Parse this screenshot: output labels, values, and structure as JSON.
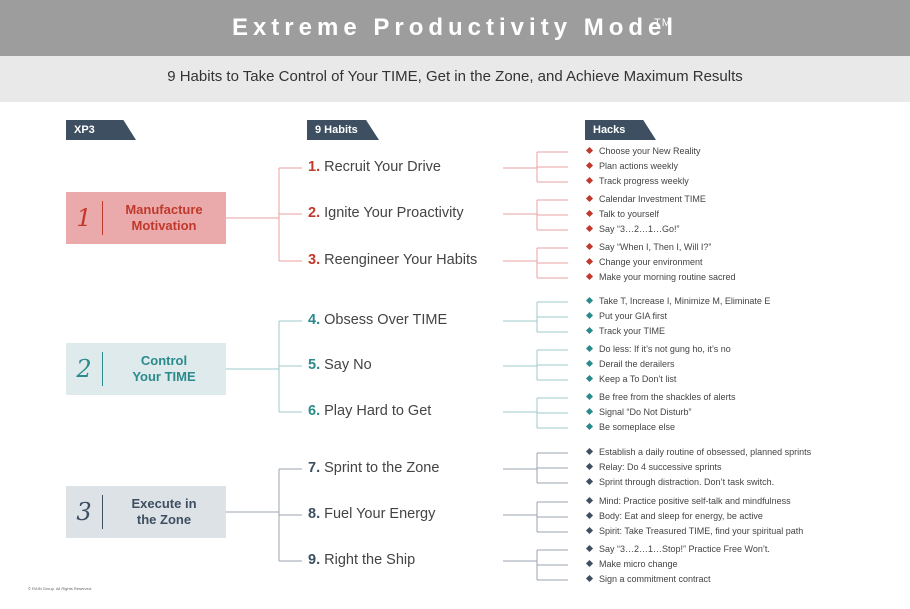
{
  "header": {
    "title": "Extreme Productivity Model",
    "trademark": "TM",
    "subtitle": "9 Habits to Take Control of Your TIME, Get in the Zone, and Achieve Maximum Results"
  },
  "columns": {
    "xp3": "XP3",
    "habits": "9 Habits",
    "hacks": "Hacks"
  },
  "colors": {
    "red": "#c0392b",
    "teal": "#2a8a8c",
    "navy": "#3d4f61"
  },
  "groups": [
    {
      "num": "1",
      "label": "Manufacture\nMotivation",
      "habits": [
        {
          "num": "1.",
          "text": "Recruit Your Drive",
          "hacks": [
            "Choose your New Reality",
            "Plan actions weekly",
            "Track progress weekly"
          ]
        },
        {
          "num": "2.",
          "text": "Ignite Your Proactivity",
          "hacks": [
            "Calendar Investment TIME",
            "Talk to yourself",
            "Say “3…2…1…Go!”"
          ]
        },
        {
          "num": "3.",
          "text": "Reengineer Your Habits",
          "hacks": [
            "Say “When I, Then I, Will I?”",
            "Change your environment",
            "Make your morning routine sacred"
          ]
        }
      ]
    },
    {
      "num": "2",
      "label": "Control\nYour TIME",
      "habits": [
        {
          "num": "4.",
          "text": "Obsess Over TIME",
          "hacks": [
            "Take T, Increase I, Minimize M, Eliminate E",
            "Put your GIA first",
            "Track your TIME"
          ]
        },
        {
          "num": "5.",
          "text": "Say No",
          "hacks": [
            "Do less: If it’s not gung ho, it’s no",
            "Derail the derailers",
            "Keep a To Don’t list"
          ]
        },
        {
          "num": "6.",
          "text": "Play Hard to Get",
          "hacks": [
            "Be free from the shackles of alerts",
            "Signal “Do Not Disturb”",
            "Be someplace else"
          ]
        }
      ]
    },
    {
      "num": "3",
      "label": "Execute in\nthe Zone",
      "habits": [
        {
          "num": "7.",
          "text": "Sprint to the Zone",
          "hacks": [
            "Establish a daily routine of obsessed, planned sprints",
            "Relay: Do 4 successive sprints",
            "Sprint through distraction. Don’t task switch."
          ]
        },
        {
          "num": "8.",
          "text": "Fuel Your Energy",
          "hacks": [
            "Mind: Practice positive self-talk and mindfulness",
            "Body: Eat and sleep for energy, be active",
            "Spirit: Take Treasured TIME, find your spiritual path"
          ]
        },
        {
          "num": "9.",
          "text": "Right the Ship",
          "hacks": [
            "Say “3…2…1…Stop!” Practice Free Won’t.",
            "Make micro change",
            "Sign a commitment contract"
          ]
        }
      ]
    }
  ],
  "footer": {
    "copyright": "© RAIN Group. All Rights Reserved."
  }
}
